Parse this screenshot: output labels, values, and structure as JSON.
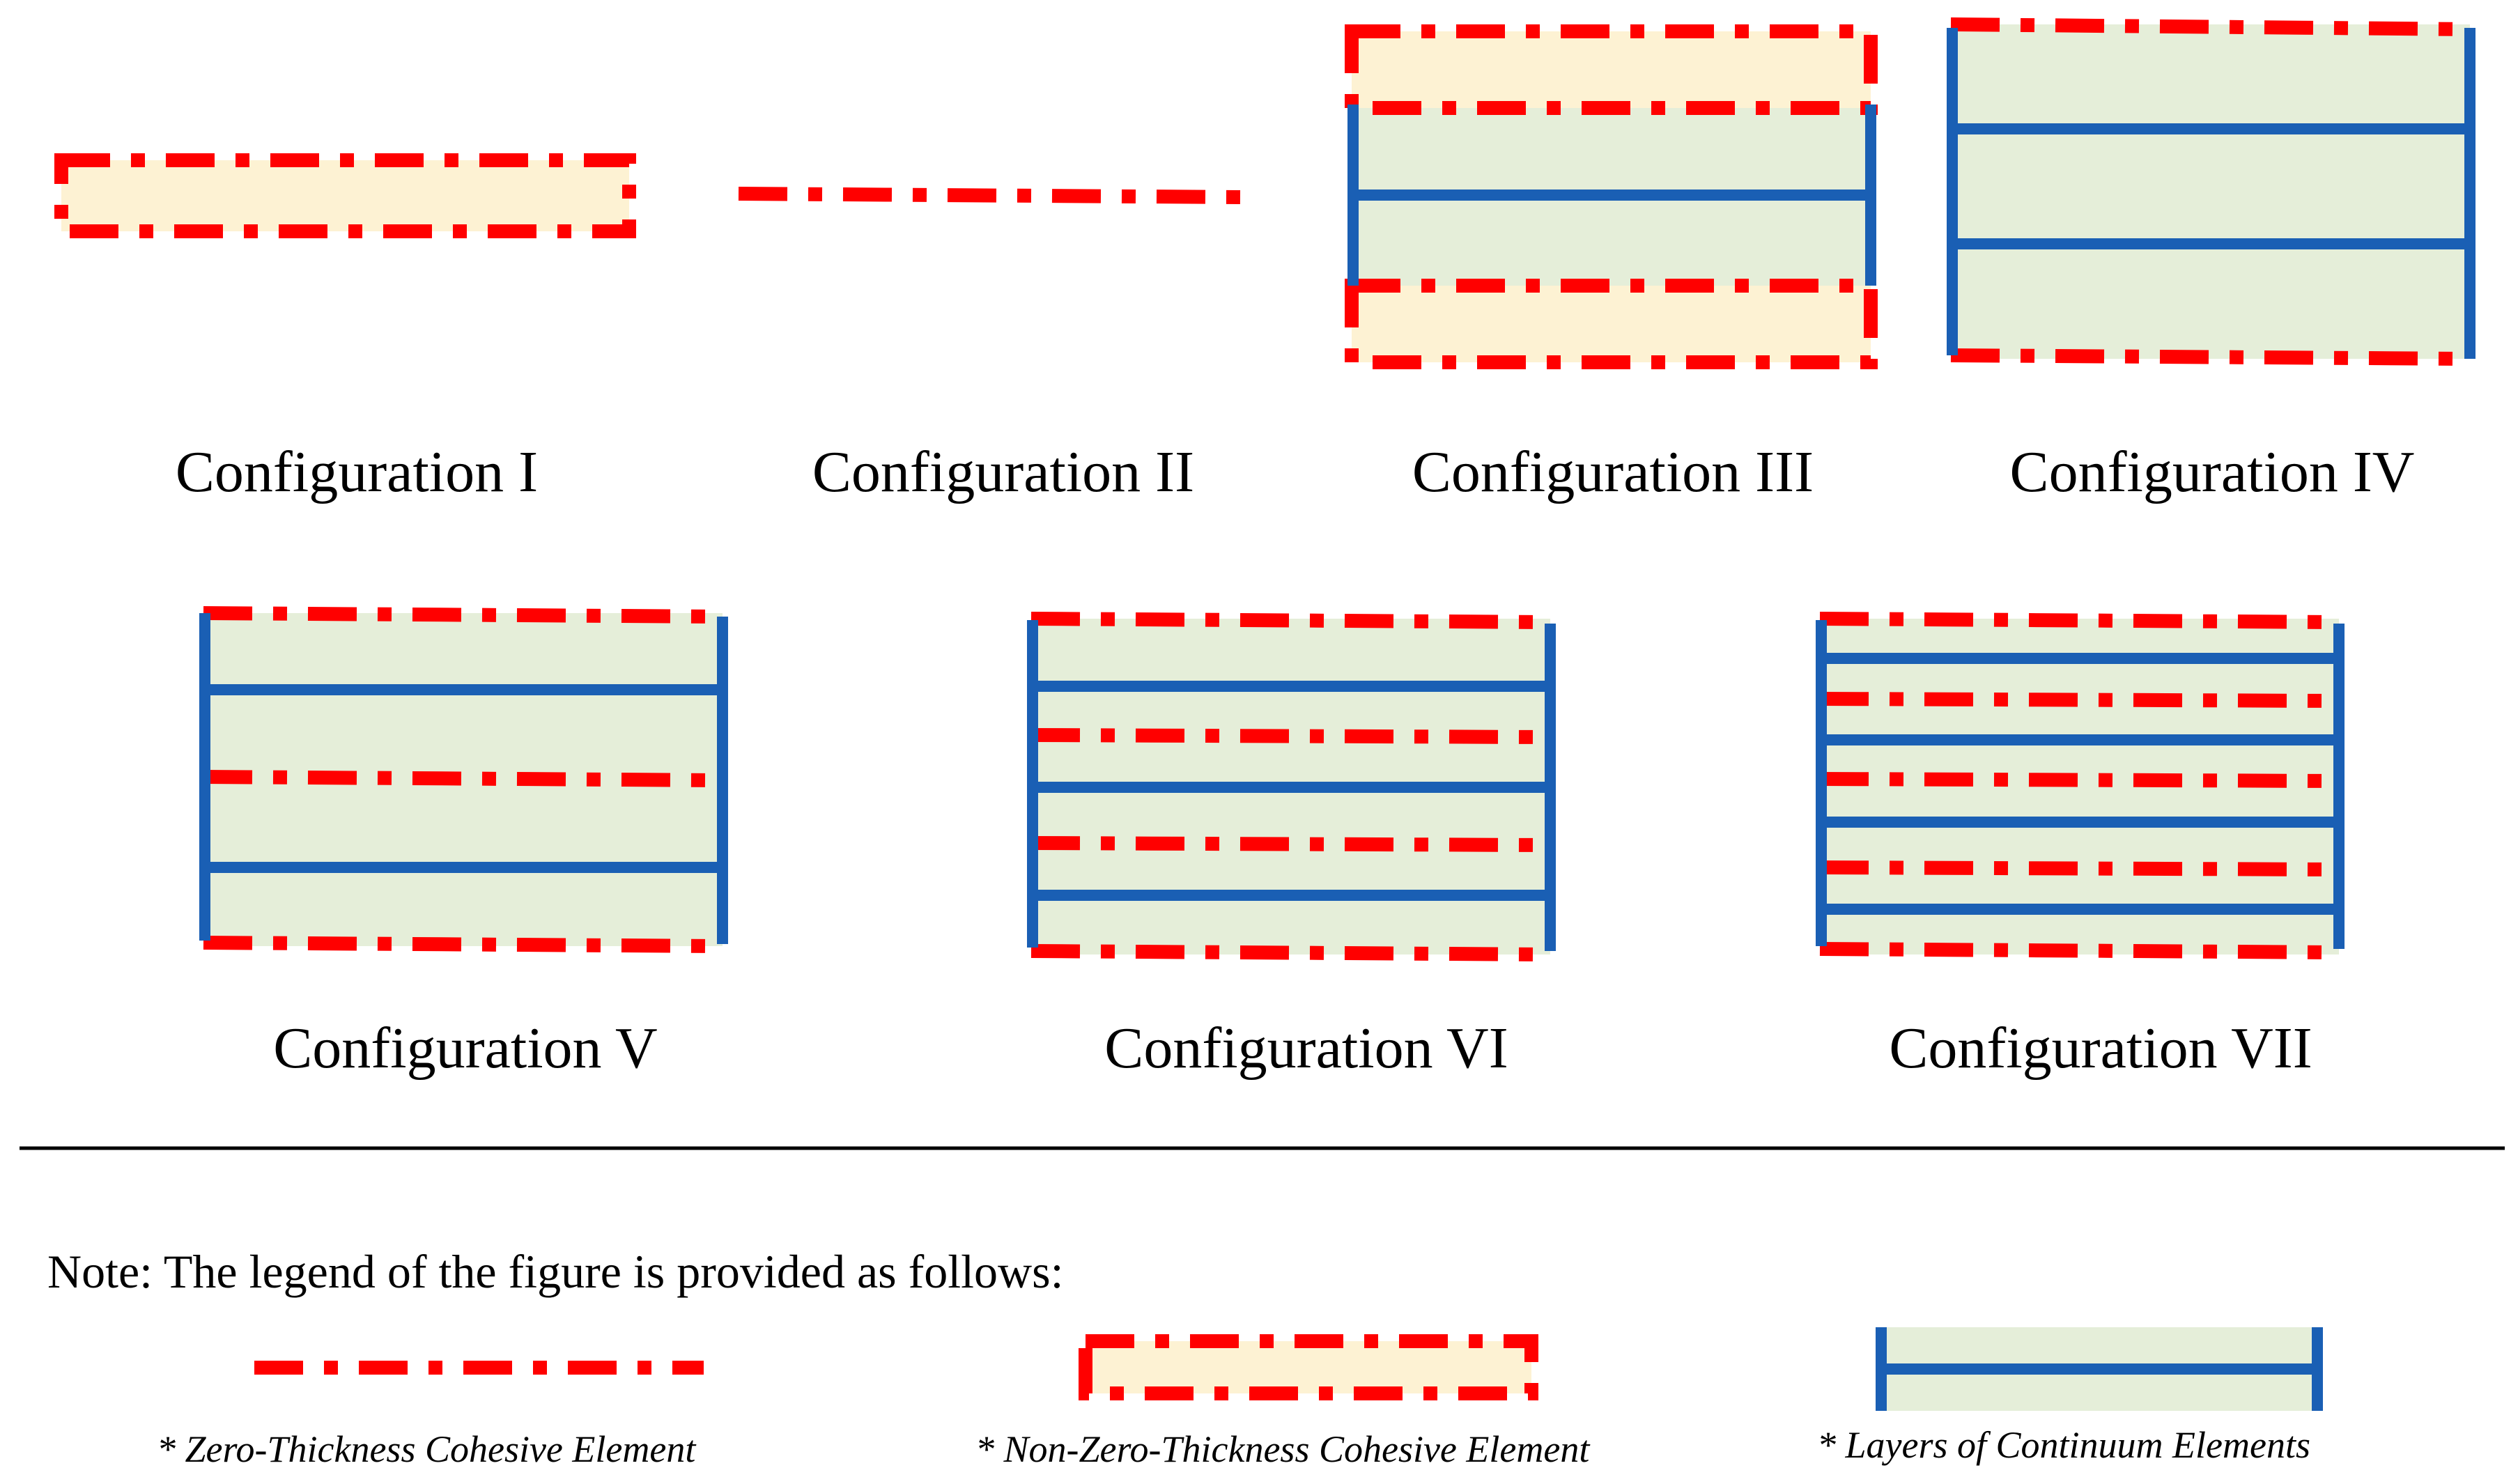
{
  "colors": {
    "cohesive_red": "#ff0000",
    "continuum_blue": "#1a5fb4",
    "continuum_fill": "#e5eed9",
    "nonzero_fill": "#fdf2d3",
    "separator": "#000000"
  },
  "configurations": [
    {
      "id": "I",
      "label": "Configuration I"
    },
    {
      "id": "II",
      "label": "Configuration II"
    },
    {
      "id": "III",
      "label": "Configuration III"
    },
    {
      "id": "IV",
      "label": "Configuration IV"
    },
    {
      "id": "V",
      "label": "Configuration V"
    },
    {
      "id": "VI",
      "label": "Configuration VI"
    },
    {
      "id": "VII",
      "label": "Configuration VII"
    }
  ],
  "legend": {
    "note": "Note: The legend of the figure is provided as follows:",
    "items": [
      {
        "label": "* Zero-Thickness Cohesive Element"
      },
      {
        "label": "* Non-Zero-Thickness Cohesive Element"
      },
      {
        "label": "* Layers of Continuum Elements"
      }
    ]
  }
}
